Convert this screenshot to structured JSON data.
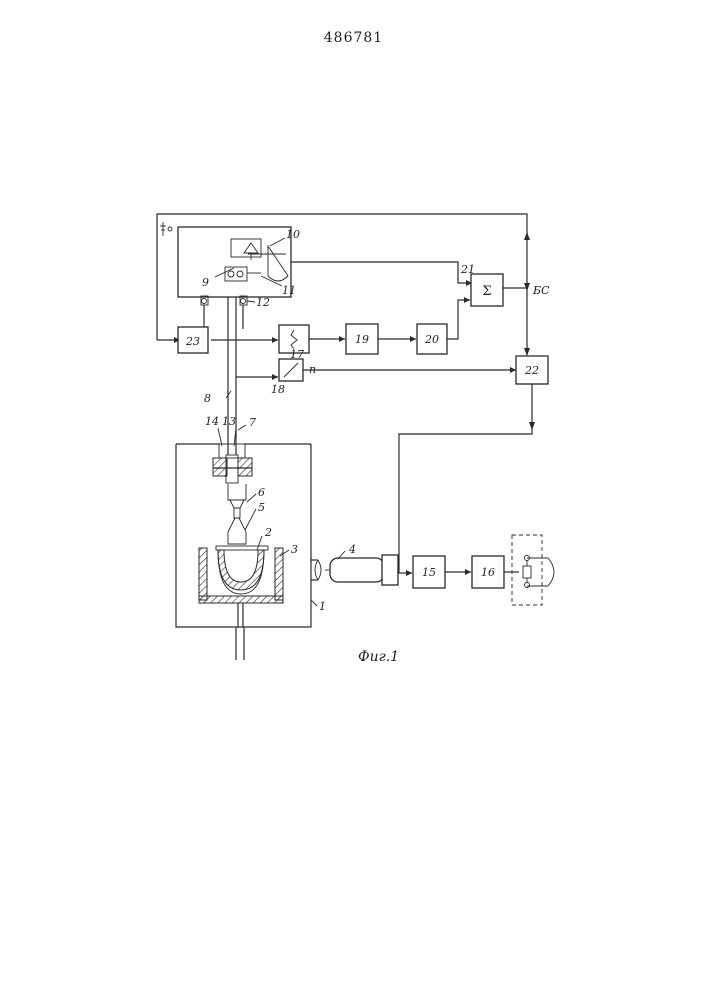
{
  "patent_number": "486781",
  "figure_caption": "Фиг.1",
  "labels": {
    "l1": "1",
    "l2": "2",
    "l3": "3",
    "l4": "4",
    "l5": "5",
    "l6": "6",
    "l7": "7",
    "l8": "8",
    "l9": "9",
    "l10": "10",
    "l11": "11",
    "l12": "12",
    "l13": "13",
    "l14": "14",
    "l18": "18",
    "l21": "21",
    "l_bg": "БС",
    "l_n": "n"
  },
  "blocks": {
    "b15": "15",
    "b16": "16",
    "b17": "17",
    "b19": "19",
    "b20": "20",
    "b22": "22",
    "b23": "23",
    "b_sum": "Σ"
  }
}
